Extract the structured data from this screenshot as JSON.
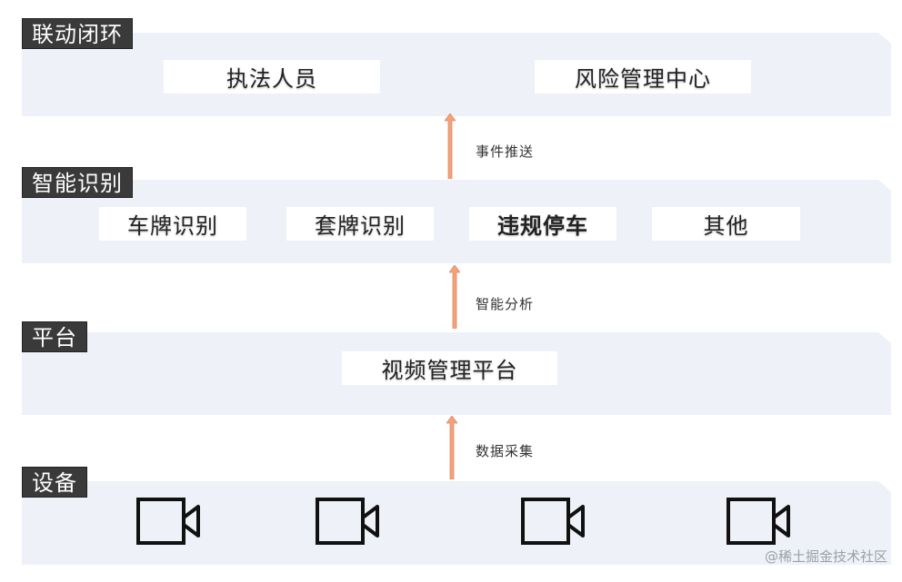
{
  "layers": {
    "closed_loop": {
      "label": "联动闭环",
      "items": [
        "执法人员",
        "风险管理中心"
      ]
    },
    "smart_recognition": {
      "label": "智能识别",
      "items": [
        "车牌识别",
        "套牌识别",
        "违规停车",
        "其他"
      ]
    },
    "platform": {
      "label": "平台",
      "items": [
        "视频管理平台"
      ]
    },
    "devices": {
      "label": "设备",
      "camera_icon": "video-camera-icon",
      "camera_count": 4
    }
  },
  "arrows": {
    "event_push": "事件推送",
    "smart_analysis": "智能分析",
    "data_collection": "数据采集"
  },
  "colors": {
    "band": "#eef1f8",
    "label_bg": "#3a3a3a",
    "arrow": "#f4a27c"
  },
  "watermark": "@稀土掘金技术社区"
}
